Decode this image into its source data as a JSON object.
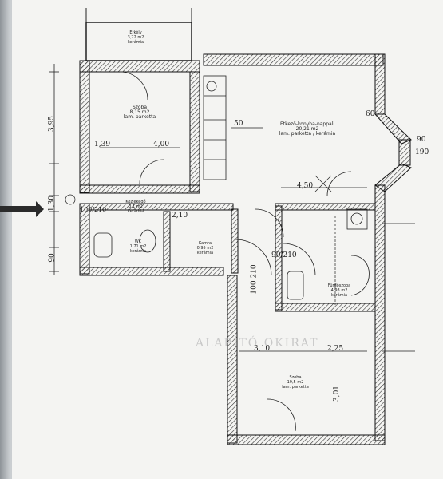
{
  "rooms": [
    {
      "id": "balcony",
      "name": "Erkély",
      "area": "3,22 m2",
      "floor": "kerámia"
    },
    {
      "id": "room-left",
      "name": "Szoba",
      "area": "8,15 m2",
      "floor": "lam. parketta"
    },
    {
      "id": "kitchen",
      "name": "Étkező-konyha-nappali",
      "area": "20,21 m2",
      "floor": "lam. parketta / kerámia"
    },
    {
      "id": "hall",
      "name": "Közlekedő",
      "area": "3,1 m2",
      "floor": "kerámia"
    },
    {
      "id": "wc",
      "name": "WC",
      "area": "1,71 m2",
      "floor": "kerámia"
    },
    {
      "id": "pantry",
      "name": "Kamra",
      "area": "0,95 m2",
      "floor": "kerámia"
    },
    {
      "id": "bathroom",
      "name": "Fürdőszoba",
      "area": "4,93 m2",
      "floor": "kerámia"
    },
    {
      "id": "room-big",
      "name": "Szoba",
      "area": "19,5 m2",
      "floor": "lam. parketta"
    }
  ],
  "dimensions": {
    "d_395": "3,95",
    "d_130": "1,30",
    "d_90": "90",
    "d_400_210": "100/210",
    "d_139": "1,39",
    "d_400b": "4,00",
    "d_50": "50",
    "d_90b": "90",
    "d_190": "190",
    "d_60": "60",
    "d_450": "4,50",
    "d_210": "2,10",
    "d_100_210": "100 210",
    "d_90_210": "90/210",
    "d_225": "2,25",
    "d_310": "3,10",
    "d_301": "3,01"
  },
  "watermark": "ALAPÍTÓ OKIRAT"
}
